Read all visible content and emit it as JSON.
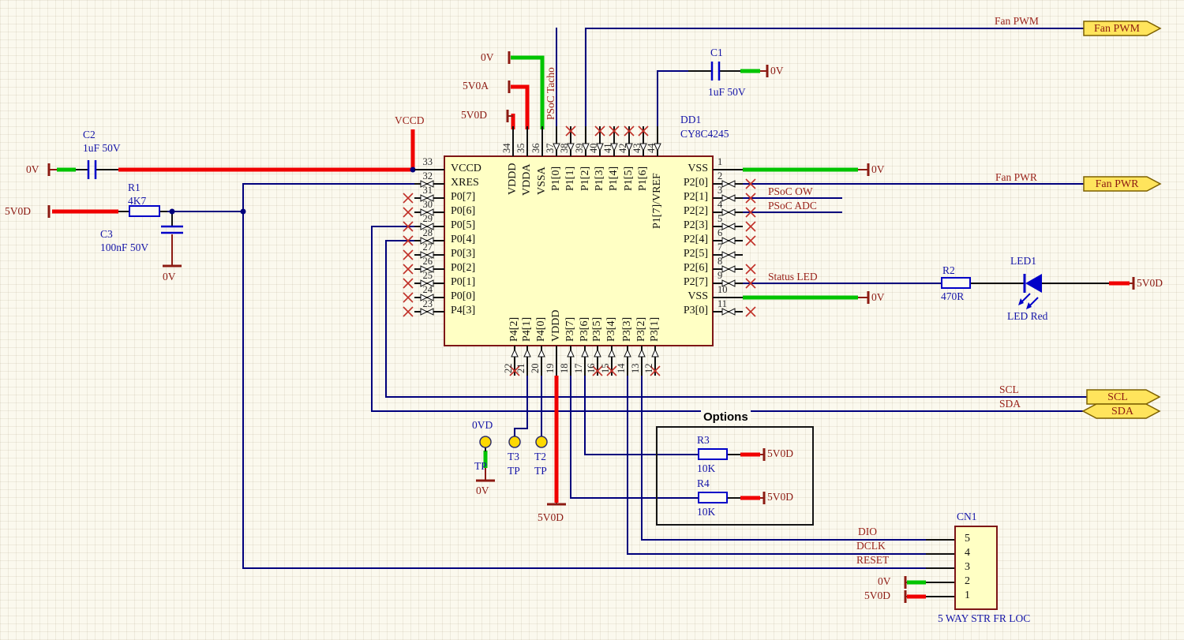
{
  "schematic": {
    "ic": {
      "designator": "DD1",
      "part": "CY8C4245",
      "pins": {
        "left": [
          {
            "num": "33",
            "name": "VCCD"
          },
          {
            "num": "32",
            "name": "XRES"
          },
          {
            "num": "31",
            "name": "P0[7]"
          },
          {
            "num": "30",
            "name": "P0[6]"
          },
          {
            "num": "29",
            "name": "P0[5]"
          },
          {
            "num": "28",
            "name": "P0[4]"
          },
          {
            "num": "27",
            "name": "P0[3]"
          },
          {
            "num": "26",
            "name": "P0[2]"
          },
          {
            "num": "25",
            "name": "P0[1]"
          },
          {
            "num": "24",
            "name": "P0[0]"
          },
          {
            "num": "23",
            "name": "P4[3]"
          }
        ],
        "right": [
          {
            "num": "1",
            "name": "VSS"
          },
          {
            "num": "2",
            "name": "P2[0]"
          },
          {
            "num": "3",
            "name": "P2[1]"
          },
          {
            "num": "4",
            "name": "P2[2]"
          },
          {
            "num": "5",
            "name": "P2[3]"
          },
          {
            "num": "6",
            "name": "P2[4]"
          },
          {
            "num": "7",
            "name": "P2[5]"
          },
          {
            "num": "8",
            "name": "P2[6]"
          },
          {
            "num": "9",
            "name": "P2[7]"
          },
          {
            "num": "10",
            "name": "VSS"
          },
          {
            "num": "11",
            "name": "P3[0]"
          }
        ],
        "top": [
          {
            "num": "34",
            "name": "VDDD"
          },
          {
            "num": "35",
            "name": "VDDA"
          },
          {
            "num": "36",
            "name": "VSSA"
          },
          {
            "num": "37",
            "name": "P1[0]"
          },
          {
            "num": "38",
            "name": "P1[1]"
          },
          {
            "num": "39",
            "name": "P1[2]"
          },
          {
            "num": "40",
            "name": "P1[3]"
          },
          {
            "num": "41",
            "name": "P1[4]"
          },
          {
            "num": "42",
            "name": "P1[5]"
          },
          {
            "num": "43",
            "name": "P1[6]"
          },
          {
            "num": "44",
            "name": "P1[7]/VREF"
          }
        ],
        "bottom": [
          {
            "num": "22",
            "name": "P4[2]"
          },
          {
            "num": "21",
            "name": "P4[1]"
          },
          {
            "num": "20",
            "name": "P4[0]"
          },
          {
            "num": "19",
            "name": "VDDD"
          },
          {
            "num": "18",
            "name": "P3[7]"
          },
          {
            "num": "17",
            "name": "P3[6]"
          },
          {
            "num": "16",
            "name": "P3[5]"
          },
          {
            "num": "15",
            "name": "P3[4]"
          },
          {
            "num": "14",
            "name": "P3[3]"
          },
          {
            "num": "13",
            "name": "P3[2]"
          },
          {
            "num": "12",
            "name": "P3[1]"
          }
        ]
      }
    },
    "components": {
      "c1": {
        "ref": "C1",
        "value": "1uF 50V"
      },
      "c2": {
        "ref": "C2",
        "value": "1uF 50V"
      },
      "c3": {
        "ref": "C3",
        "value": "100nF 50V"
      },
      "r1": {
        "ref": "R1",
        "value": "4K7"
      },
      "r2": {
        "ref": "R2",
        "value": "470R"
      },
      "r3": {
        "ref": "R3",
        "value": "10K"
      },
      "r4": {
        "ref": "R4",
        "value": "10K"
      },
      "led1": {
        "ref": "LED1",
        "value": "LED Red"
      },
      "cn1": {
        "ref": "CN1",
        "value": "5 WAY STR FR LOC",
        "pins": [
          "5",
          "4",
          "3",
          "2",
          "1"
        ]
      },
      "tp_0vd": {
        "ref": "0VD",
        "value": "TP"
      },
      "tp_t3": {
        "ref": "T3",
        "value": "TP"
      },
      "tp_t2": {
        "ref": "T2",
        "value": "TP"
      }
    },
    "net_labels": {
      "vccd": "VCCD",
      "psoc_tacho": "PSoC Tacho",
      "fan_pwm": "Fan PWM",
      "fan_pwr": "Fan PWR",
      "psoc_ow": "PSoC OW",
      "psoc_adc": "PSoC ADC",
      "status_led": "Status LED",
      "scl": "SCL",
      "sda": "SDA",
      "dio": "DIO",
      "dclk": "DCLK",
      "reset": "RESET"
    },
    "power": {
      "ov": "0V",
      "v5d": "5V0D",
      "v5a": "5V0A"
    },
    "ports": {
      "fan_pwm": "Fan PWM",
      "fan_pwr": "Fan PWR",
      "scl": "SCL",
      "sda": "SDA"
    },
    "options_title": "Options"
  }
}
